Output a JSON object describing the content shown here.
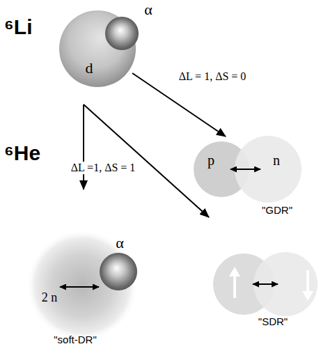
{
  "diagram": {
    "nodes": [
      {
        "text": [
          "d"
        ]
      },
      {
        "text": [
          "α"
        ],
        "in": 0
      },
      {
        "text": [
          "p",
          "n",
          "\"GDR\""
        ]
      },
      {
        "text": [
          "2 n",
          "\"soft-DR\""
        ]
      },
      {
        "text": [
          "α"
        ],
        "in": 3
      },
      {
        "text": [
          "\"SDR\""
        ]
      }
    ],
    "edges": [
      {
        "from": 0,
        "to": 2,
        "arrow": "to",
        "label": "ΔL = 1, ΔS = 0"
      },
      {
        "from": 0,
        "to": 3,
        "arrow": "to",
        "label": "ΔL =1, ΔS = 1"
      },
      {
        "from": 0,
        "to": 5,
        "arrow": "to"
      }
    ],
    "labels": [
      "⁶Li",
      "⁶He"
    ]
  }
}
